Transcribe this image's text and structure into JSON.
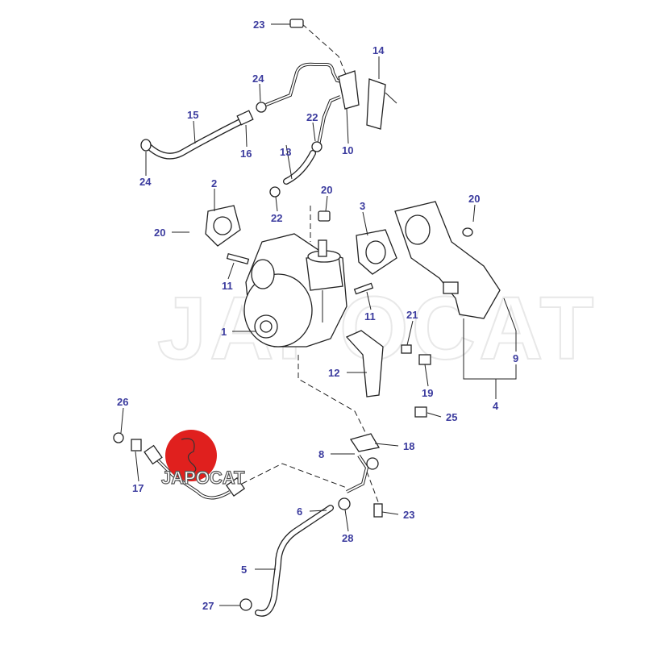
{
  "watermark": "JAPOCAT",
  "logo": {
    "text": "JAPOCAT",
    "color": "#e0201e"
  },
  "label_color": "#3b3b9e",
  "callouts": {
    "c23a": "23",
    "c14": "14",
    "c24a": "24",
    "c15": "15",
    "c22a": "22",
    "c16": "16",
    "c13": "13",
    "c10": "10",
    "c24b": "24",
    "c2": "2",
    "c20a": "20",
    "c3": "3",
    "c20b": "20",
    "c22b": "22",
    "c20c": "20",
    "c11a": "11",
    "c11b": "11",
    "c21": "21",
    "c1": "1",
    "c9": "9",
    "c12": "12",
    "c19": "19",
    "c4": "4",
    "c26": "26",
    "c25": "25",
    "c18": "18",
    "c8": "8",
    "c17": "17",
    "c6": "6",
    "c23b": "23",
    "c28": "28",
    "c5": "5",
    "c27": "27"
  }
}
